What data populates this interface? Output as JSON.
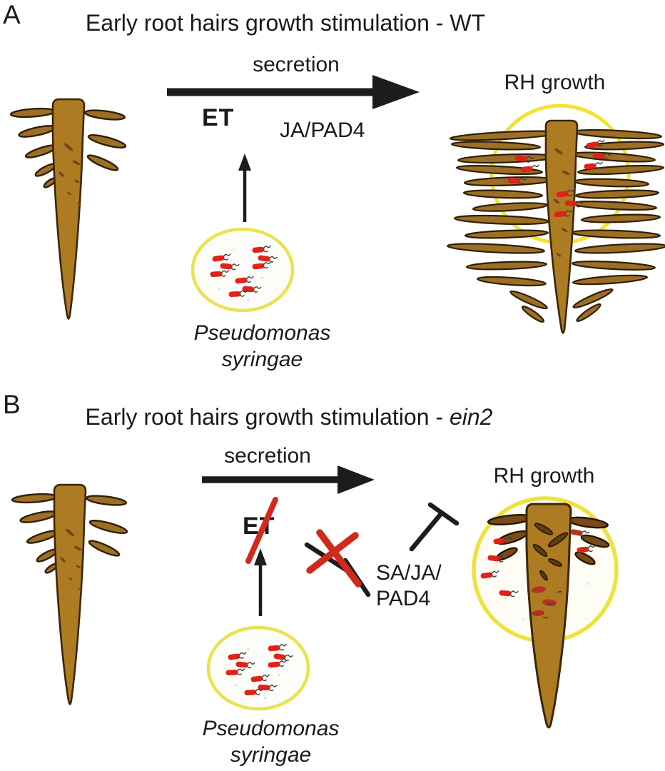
{
  "figure": {
    "description_colors": {
      "root_brown": "#ad7b22",
      "root_outline": "#3b2708",
      "hair_brown_light": "#9c6f24",
      "hair_brown_dark": "#5f3d12",
      "bacteria_red": "#df2318",
      "halo_yellow": "#e9e24a",
      "inhibit_red": "#cf2a1c",
      "arrow_black": "#1c1c1c",
      "text_black": "#1a1a1a"
    }
  },
  "panel_a": {
    "panel_label": "A",
    "title": "Early root hairs growth stimulation - WT",
    "secretion_label": "secretion",
    "hormone_label": "ET",
    "pathway_label": "JA/PAD4",
    "rh_growth_label": "RH growth",
    "bacteria_name_line1": "Pseudomonas",
    "bacteria_name_line2": "syringae"
  },
  "panel_b": {
    "panel_label": "B",
    "title_prefix": "Early root hairs growth stimulation - ",
    "title_mutant": "ein2",
    "secretion_label": "secretion",
    "hormone_label": "ET",
    "pathway_label_line1": "SA/JA/",
    "pathway_label_line2": "PAD4",
    "rh_growth_label": "RH growth",
    "bacteria_name_line1": "Pseudomonas",
    "bacteria_name_line2": "syringae"
  }
}
